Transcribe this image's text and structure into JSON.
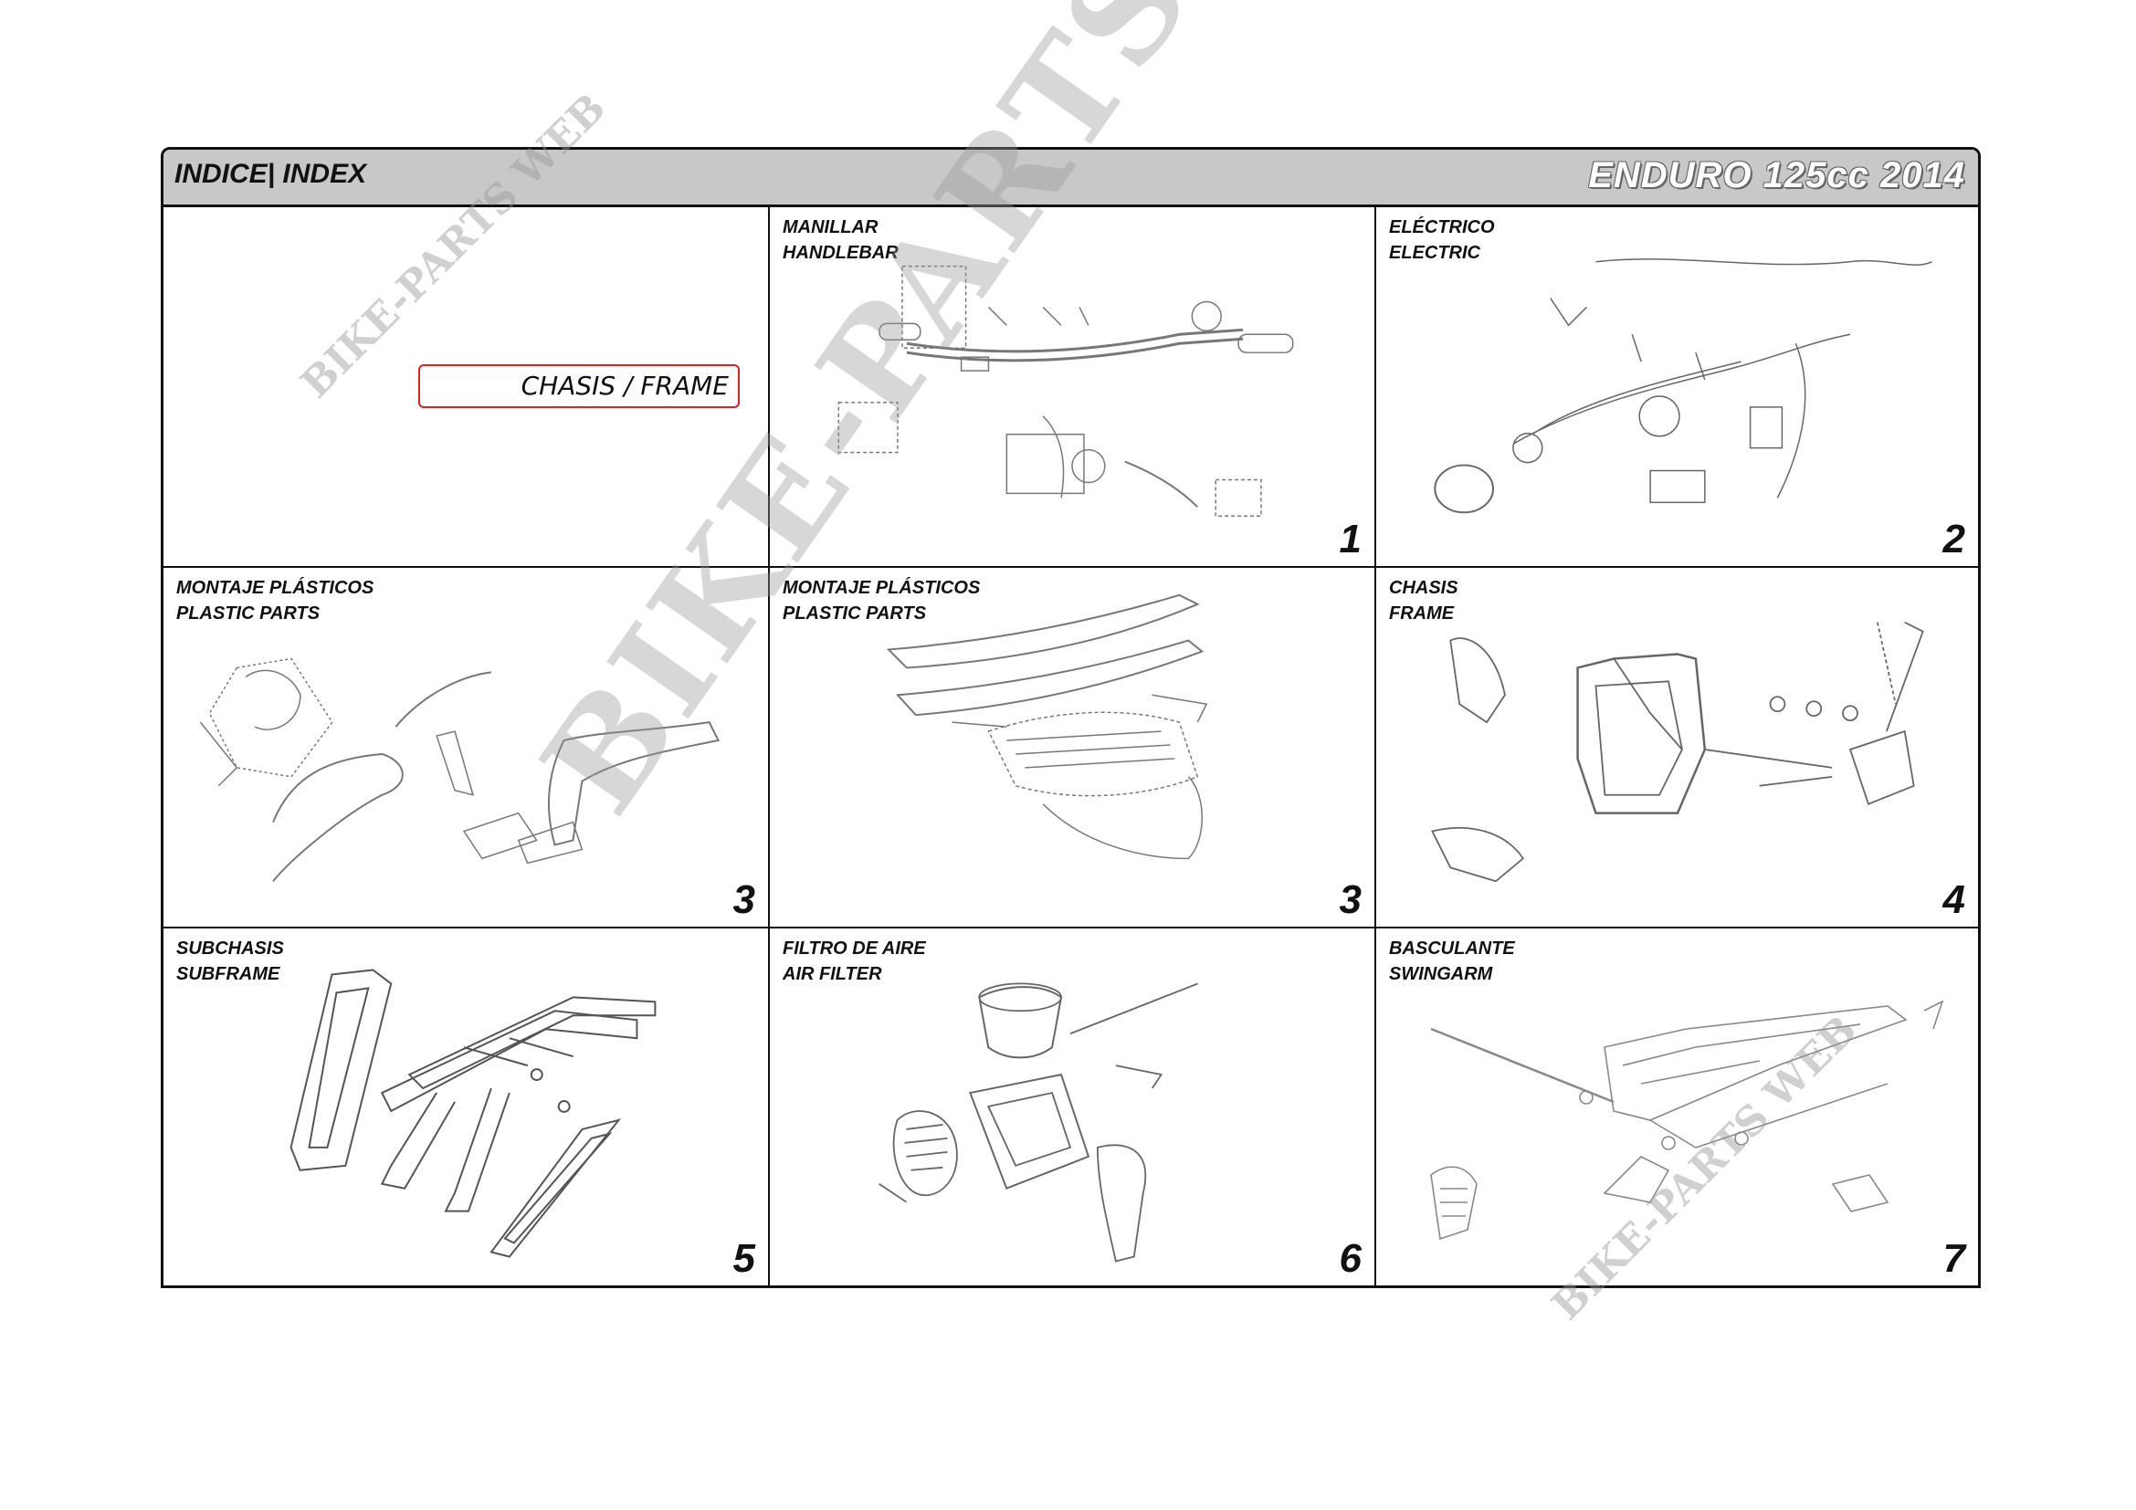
{
  "header": {
    "left_title": "INDICE| INDEX",
    "right_title": "ENDURO 125cc  2014"
  },
  "frame_link": {
    "label": "CHASIS / FRAME"
  },
  "cells": [
    {
      "title_es": "",
      "title_en": "",
      "number": ""
    },
    {
      "title_es": "MANILLAR",
      "title_en": "HANDLEBAR",
      "number": "1"
    },
    {
      "title_es": "ELÉCTRICO",
      "title_en": "ELECTRIC",
      "number": "2"
    },
    {
      "title_es": "MONTAJE PLÁSTICOS",
      "title_en": "PLASTIC PARTS",
      "number": "3"
    },
    {
      "title_es": "MONTAJE PLÁSTICOS",
      "title_en": "PLASTIC PARTS",
      "number": "3"
    },
    {
      "title_es": "CHASIS",
      "title_en": "FRAME",
      "number": "4"
    },
    {
      "title_es": "SUBCHASIS",
      "title_en": "SUBFRAME",
      "number": "5"
    },
    {
      "title_es": "FILTRO DE AIRE",
      "title_en": "AIR FILTER",
      "number": "6"
    },
    {
      "title_es": "BASCULANTE",
      "title_en": "SWINGARM",
      "number": "7"
    }
  ],
  "watermarks": {
    "main": "BIKE-PARTS WEB©",
    "small": "BIKE-PARTS WEB"
  }
}
